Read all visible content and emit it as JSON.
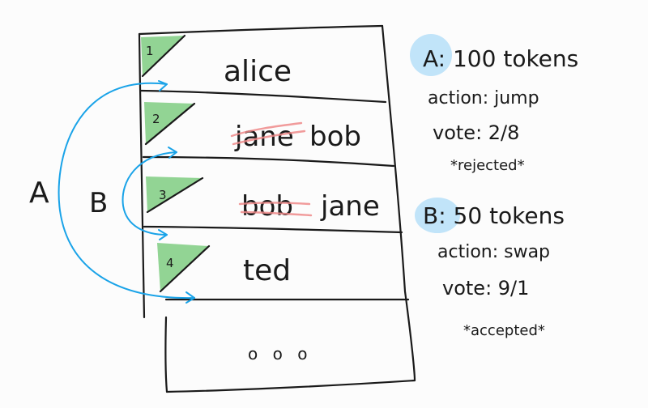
{
  "list": {
    "rows": [
      {
        "index": "1",
        "name": "alice"
      },
      {
        "index": "2",
        "old_name": "jane",
        "name": "bob"
      },
      {
        "index": "3",
        "old_name": "bob",
        "name": "jane"
      },
      {
        "index": "4",
        "name": "ted"
      }
    ],
    "ellipsis": "o o o"
  },
  "arrows": {
    "a_label": "A",
    "b_label": "B"
  },
  "proposals": [
    {
      "title": "A: 100 tokens",
      "action": "action: jump",
      "vote": "vote: 2/8",
      "status": "*rejected*"
    },
    {
      "title": "B: 50 tokens",
      "action": "action: swap",
      "vote": "vote: 9/1",
      "status": "*accepted*"
    }
  ],
  "colors": {
    "ink": "#1a1a1a",
    "arrow": "#1aa3e8",
    "index_mark": "#6fc772",
    "strike": "#ee8a8a",
    "highlight": "#8fd0f5"
  }
}
